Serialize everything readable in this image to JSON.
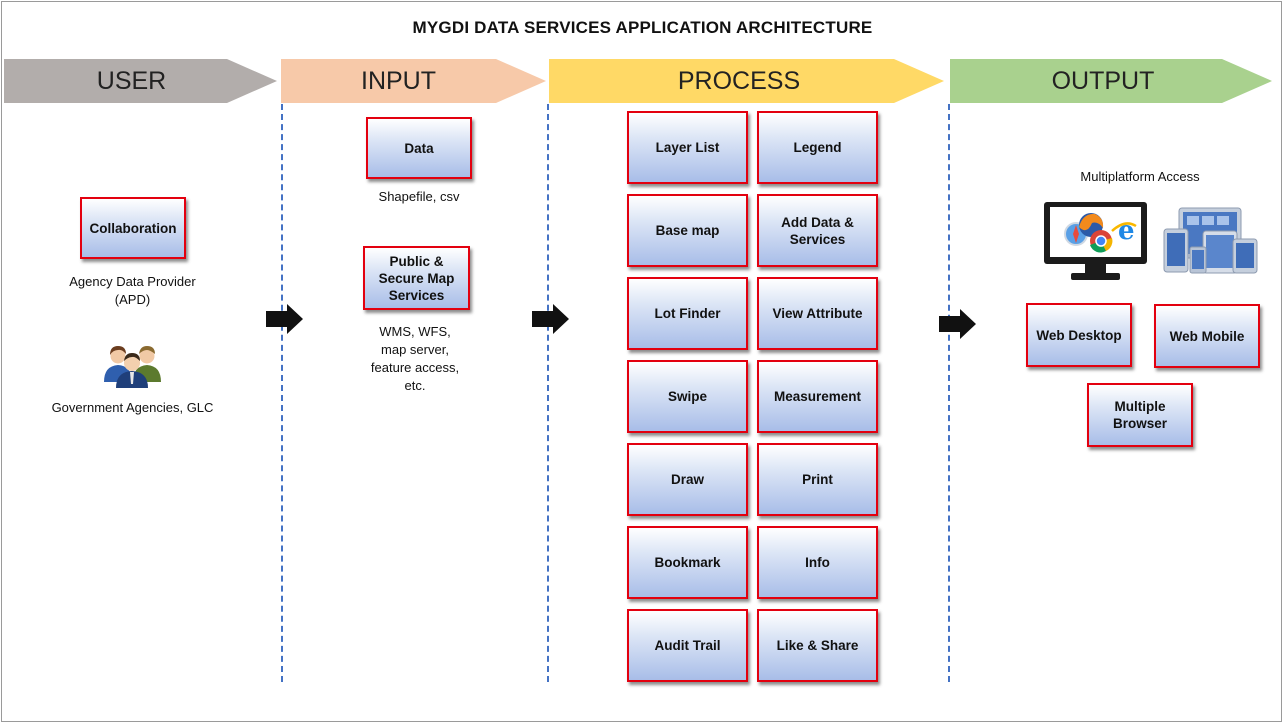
{
  "title": "MYGDI DATA SERVICES APPLICATION ARCHITECTURE",
  "colors": {
    "user": "#b2adab",
    "input": "#f7c9a9",
    "process": "#ffd966",
    "output": "#a9d18e",
    "box_border": "#e3000f",
    "dashed_line": "#4472c4"
  },
  "stages": {
    "user": "USER",
    "input": "INPUT",
    "process": "PROCESS",
    "output": "OUTPUT"
  },
  "user": {
    "collaboration": "Collaboration",
    "apd_label": "Agency Data Provider\n(APD)",
    "people_icon": "people-group-icon",
    "agencies_label": "Government Agencies, GLC"
  },
  "input": {
    "data": "Data",
    "data_caption": "Shapefile, csv",
    "map_services": "Public & Secure Map Services",
    "map_services_caption": "WMS, WFS,\nmap server,\nfeature access,\netc."
  },
  "process": {
    "items": [
      "Layer List",
      "Legend",
      "Base map",
      "Add Data & Services",
      "Lot Finder",
      "View Attribute",
      "Swipe",
      "Measurement",
      "Draw",
      "Print",
      "Bookmark",
      "Info",
      "Audit Trail",
      "Like & Share"
    ]
  },
  "output": {
    "multiplatform_label": "Multiplatform Access",
    "monitor_icon": "desktop-browsers-icon",
    "devices_icon": "mobile-devices-icon",
    "web_desktop": "Web Desktop",
    "web_mobile": "Web Mobile",
    "multiple_browser": "Multiple Browser"
  }
}
